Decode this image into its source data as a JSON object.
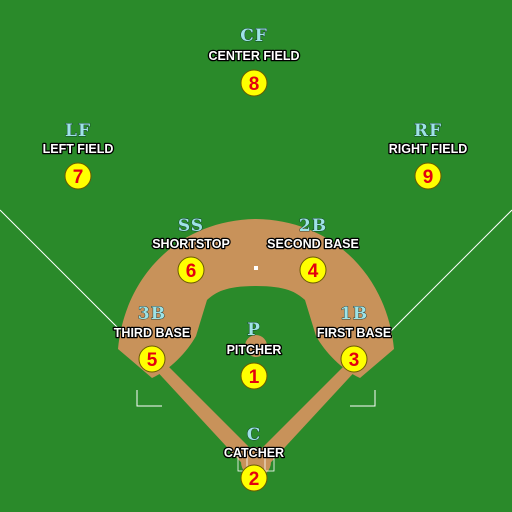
{
  "colors": {
    "grass": "#2a8a2a",
    "dirt": "#c8925a",
    "chalk": "#ffffff",
    "abbr_text": "#9fe3e6",
    "badge": "#ffff00",
    "number": "#e3000f"
  },
  "positions": [
    {
      "key": "cf",
      "abbr": "CF",
      "name": "CENTER FIELD",
      "number": "8"
    },
    {
      "key": "lf",
      "abbr": "LF",
      "name": "LEFT FIELD",
      "number": "7"
    },
    {
      "key": "rf",
      "abbr": "RF",
      "name": "RIGHT FIELD",
      "number": "9"
    },
    {
      "key": "ss",
      "abbr": "SS",
      "name": "SHORTSTOP",
      "number": "6"
    },
    {
      "key": "2b",
      "abbr": "2B",
      "name": "SECOND BASE",
      "number": "4"
    },
    {
      "key": "3b",
      "abbr": "3B",
      "name": "THIRD BASE",
      "number": "5"
    },
    {
      "key": "p",
      "abbr": "P",
      "name": "PITCHER",
      "number": "1"
    },
    {
      "key": "1b",
      "abbr": "1B",
      "name": "FIRST BASE",
      "number": "3"
    },
    {
      "key": "c",
      "abbr": "C",
      "name": "CATCHER",
      "number": "2"
    }
  ]
}
